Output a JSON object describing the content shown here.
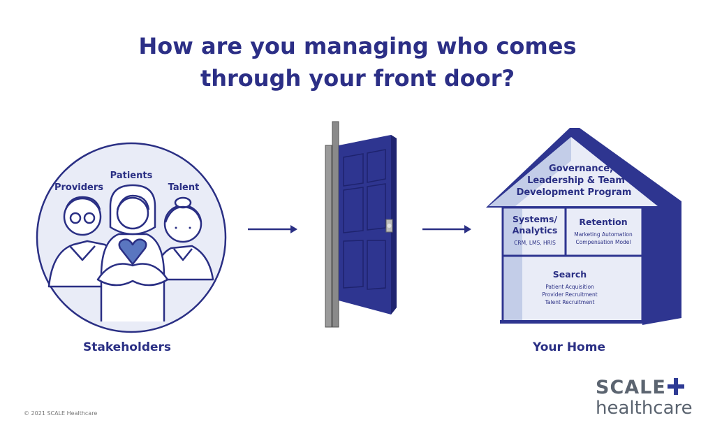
{
  "title": {
    "line1": "How are you managing who comes",
    "line2": "through your front door?"
  },
  "stakeholders": {
    "labels": {
      "providers": "Providers",
      "patients": "Patients",
      "talent": "Talent"
    },
    "caption": "Stakeholders"
  },
  "house": {
    "roof": {
      "line1": "Governance,",
      "line2": "Leadership & Team",
      "line3": "Development Program"
    },
    "systems": {
      "line1": "Systems/",
      "line2": "Analytics",
      "sub": "CRM, LMS, HRIS"
    },
    "retention": {
      "title": "Retention",
      "sub1": "Marketing Automation",
      "sub2": "Compensation Model"
    },
    "search": {
      "title": "Search",
      "sub1": "Patient Acquisition",
      "sub2": "Provider Recruitment",
      "sub3": "Talent Recruitment"
    },
    "caption": "Your Home"
  },
  "footer": {
    "copyright": "© 2021 SCALE Healthcare",
    "logo_top": "SCALE",
    "logo_bottom": "healthcare"
  },
  "colors": {
    "navy": "#2a2f84",
    "door": "#323a8e",
    "light_fill": "#e9ecf7",
    "mid_fill": "#c3cde8",
    "gray": "#8a8a8a"
  }
}
